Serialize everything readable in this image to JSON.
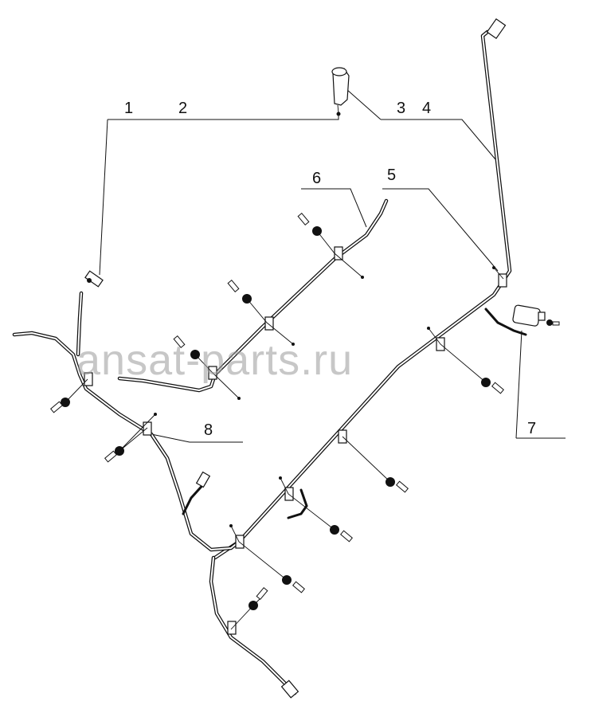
{
  "diagram": {
    "callouts": [
      {
        "id": "1",
        "label": "1"
      },
      {
        "id": "2",
        "label": "2"
      },
      {
        "id": "3",
        "label": "3"
      },
      {
        "id": "4",
        "label": "4"
      },
      {
        "id": "5",
        "label": "5"
      },
      {
        "id": "6",
        "label": "6"
      },
      {
        "id": "7",
        "label": "7"
      },
      {
        "id": "8",
        "label": "8"
      }
    ],
    "watermark": "ansat-parts.ru"
  }
}
